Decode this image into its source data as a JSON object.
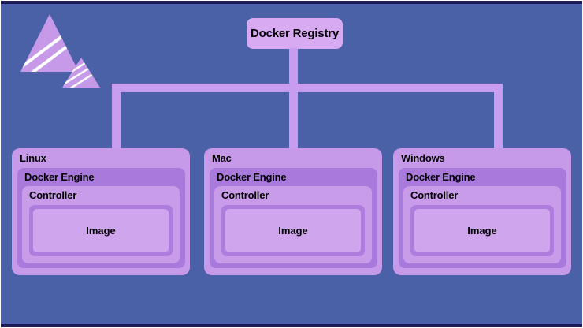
{
  "logo": {
    "icon": "striped-mountain-triangles-logo",
    "triangle_color": "#c79ae9",
    "stripe_color": "#ffffff"
  },
  "registry": {
    "label": "Docker Registry"
  },
  "nodes": [
    {
      "label": "Linux",
      "engine_label": "Docker Engine",
      "controller_label": "Controller",
      "image_label": "Image"
    },
    {
      "label": "Mac",
      "engine_label": "Docker Engine",
      "controller_label": "Controller",
      "image_label": "Image"
    },
    {
      "label": "Windows",
      "engine_label": "Docker Engine",
      "controller_label": "Controller",
      "image_label": "Image"
    }
  ],
  "colors": {
    "background": "#4a61a8",
    "frame_bar": "#1b1758",
    "connector": "#c89df0",
    "registry_fill": "#d7aaf2",
    "node_fill": "#c69ae8",
    "engine_fill": "#aa79dc",
    "controller_fill": "#c89ce9",
    "image_border_fill": "#ad7cdd",
    "image_inner_fill": "#cfa6ee",
    "text": "#000000"
  }
}
